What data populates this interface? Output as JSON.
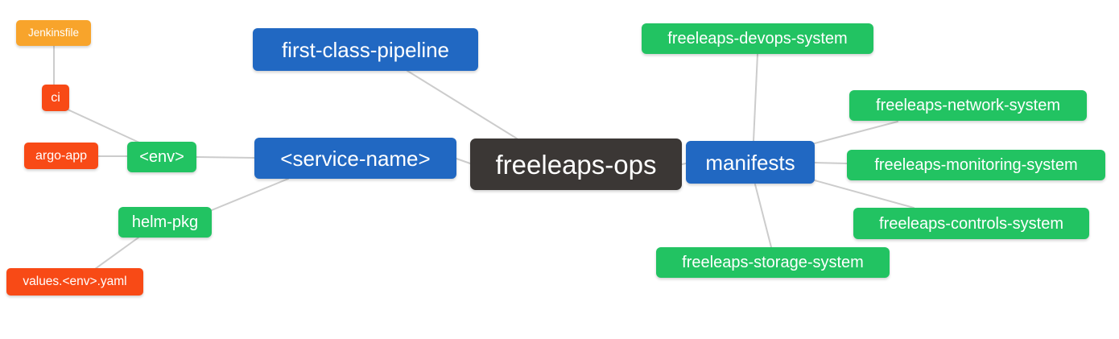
{
  "diagram": {
    "type": "mindmap",
    "root": "freeleaps-ops"
  },
  "colors": {
    "canvas_bg": "#FFFFFF",
    "root_bg": "#3B3735",
    "branch_bg": "#2168C2",
    "green_bg": "#22C362",
    "red_bg": "#F84A16",
    "orange_bg": "#F8A42B",
    "text_color": "#FFFFFF",
    "edge_color": "#CCCCCC"
  },
  "nodes": {
    "root": {
      "label": "freeleaps-ops"
    },
    "first_class_pipeline": {
      "label": "first-class-pipeline"
    },
    "service_name": {
      "label": "<service-name>"
    },
    "manifests": {
      "label": "manifests"
    },
    "env": {
      "label": "<env>"
    },
    "helm_pkg": {
      "label": "helm-pkg"
    },
    "ci": {
      "label": "ci"
    },
    "argo_app": {
      "label": "argo-app"
    },
    "jenkinsfile": {
      "label": "Jenkinsfile"
    },
    "values_env_yaml": {
      "label": "values.<env>.yaml"
    },
    "devops_system": {
      "label": "freeleaps-devops-system"
    },
    "network_system": {
      "label": "freeleaps-network-system"
    },
    "monitoring_system": {
      "label": "freeleaps-monitoring-system"
    },
    "controls_system": {
      "label": "freeleaps-controls-system"
    },
    "storage_system": {
      "label": "freeleaps-storage-system"
    }
  },
  "edges": [
    {
      "from": "jenkinsfile",
      "to": "ci"
    },
    {
      "from": "ci",
      "to": "env"
    },
    {
      "from": "argo_app",
      "to": "env"
    },
    {
      "from": "env",
      "to": "service_name"
    },
    {
      "from": "helm_pkg",
      "to": "service_name"
    },
    {
      "from": "values_env_yaml",
      "to": "helm_pkg"
    },
    {
      "from": "service_name",
      "to": "root"
    },
    {
      "from": "first_class_pipeline",
      "to": "root"
    },
    {
      "from": "root",
      "to": "manifests"
    },
    {
      "from": "manifests",
      "to": "devops_system"
    },
    {
      "from": "manifests",
      "to": "network_system"
    },
    {
      "from": "manifests",
      "to": "monitoring_system"
    },
    {
      "from": "manifests",
      "to": "controls_system"
    },
    {
      "from": "manifests",
      "to": "storage_system"
    }
  ]
}
